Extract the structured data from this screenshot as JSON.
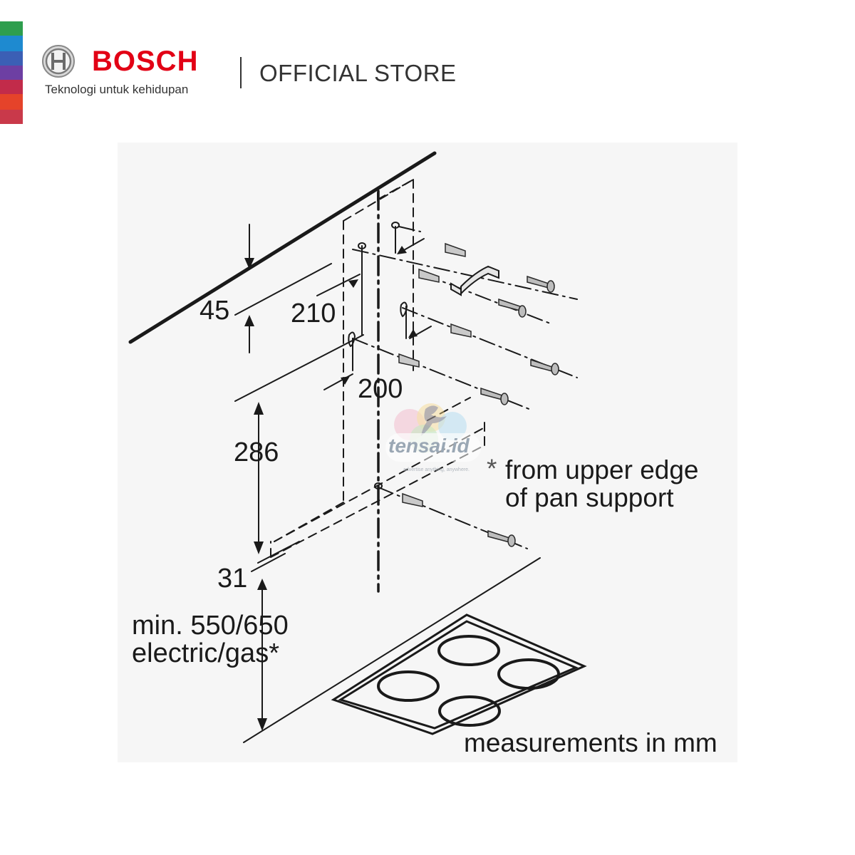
{
  "brand": {
    "name": "BOSCH",
    "tagline": "Teknologi untuk kehidupan",
    "store": "OFFICIAL STORE",
    "accent_color": "#e20015",
    "stripe_colors": [
      "#2e9e4e",
      "#1e8ad0",
      "#3b5fb5",
      "#6d3fa3",
      "#c22b4a",
      "#e5432a",
      "#c9394a"
    ],
    "logo_icon": "bosch-armature-logo"
  },
  "diagram": {
    "dimensions": {
      "d45": "45",
      "d210": "210",
      "d200": "200",
      "d286": "286",
      "d31": "31"
    },
    "min_height_line1": "min. 550/650",
    "min_height_line2": "electric/gas*",
    "footnote_star": "*",
    "footnote_line1": "from upper edge",
    "footnote_line2": "of pan support",
    "units_note": "measurements in mm"
  },
  "watermark": {
    "text": "tensai.id",
    "subtext": "advertise anything, anywhere."
  }
}
